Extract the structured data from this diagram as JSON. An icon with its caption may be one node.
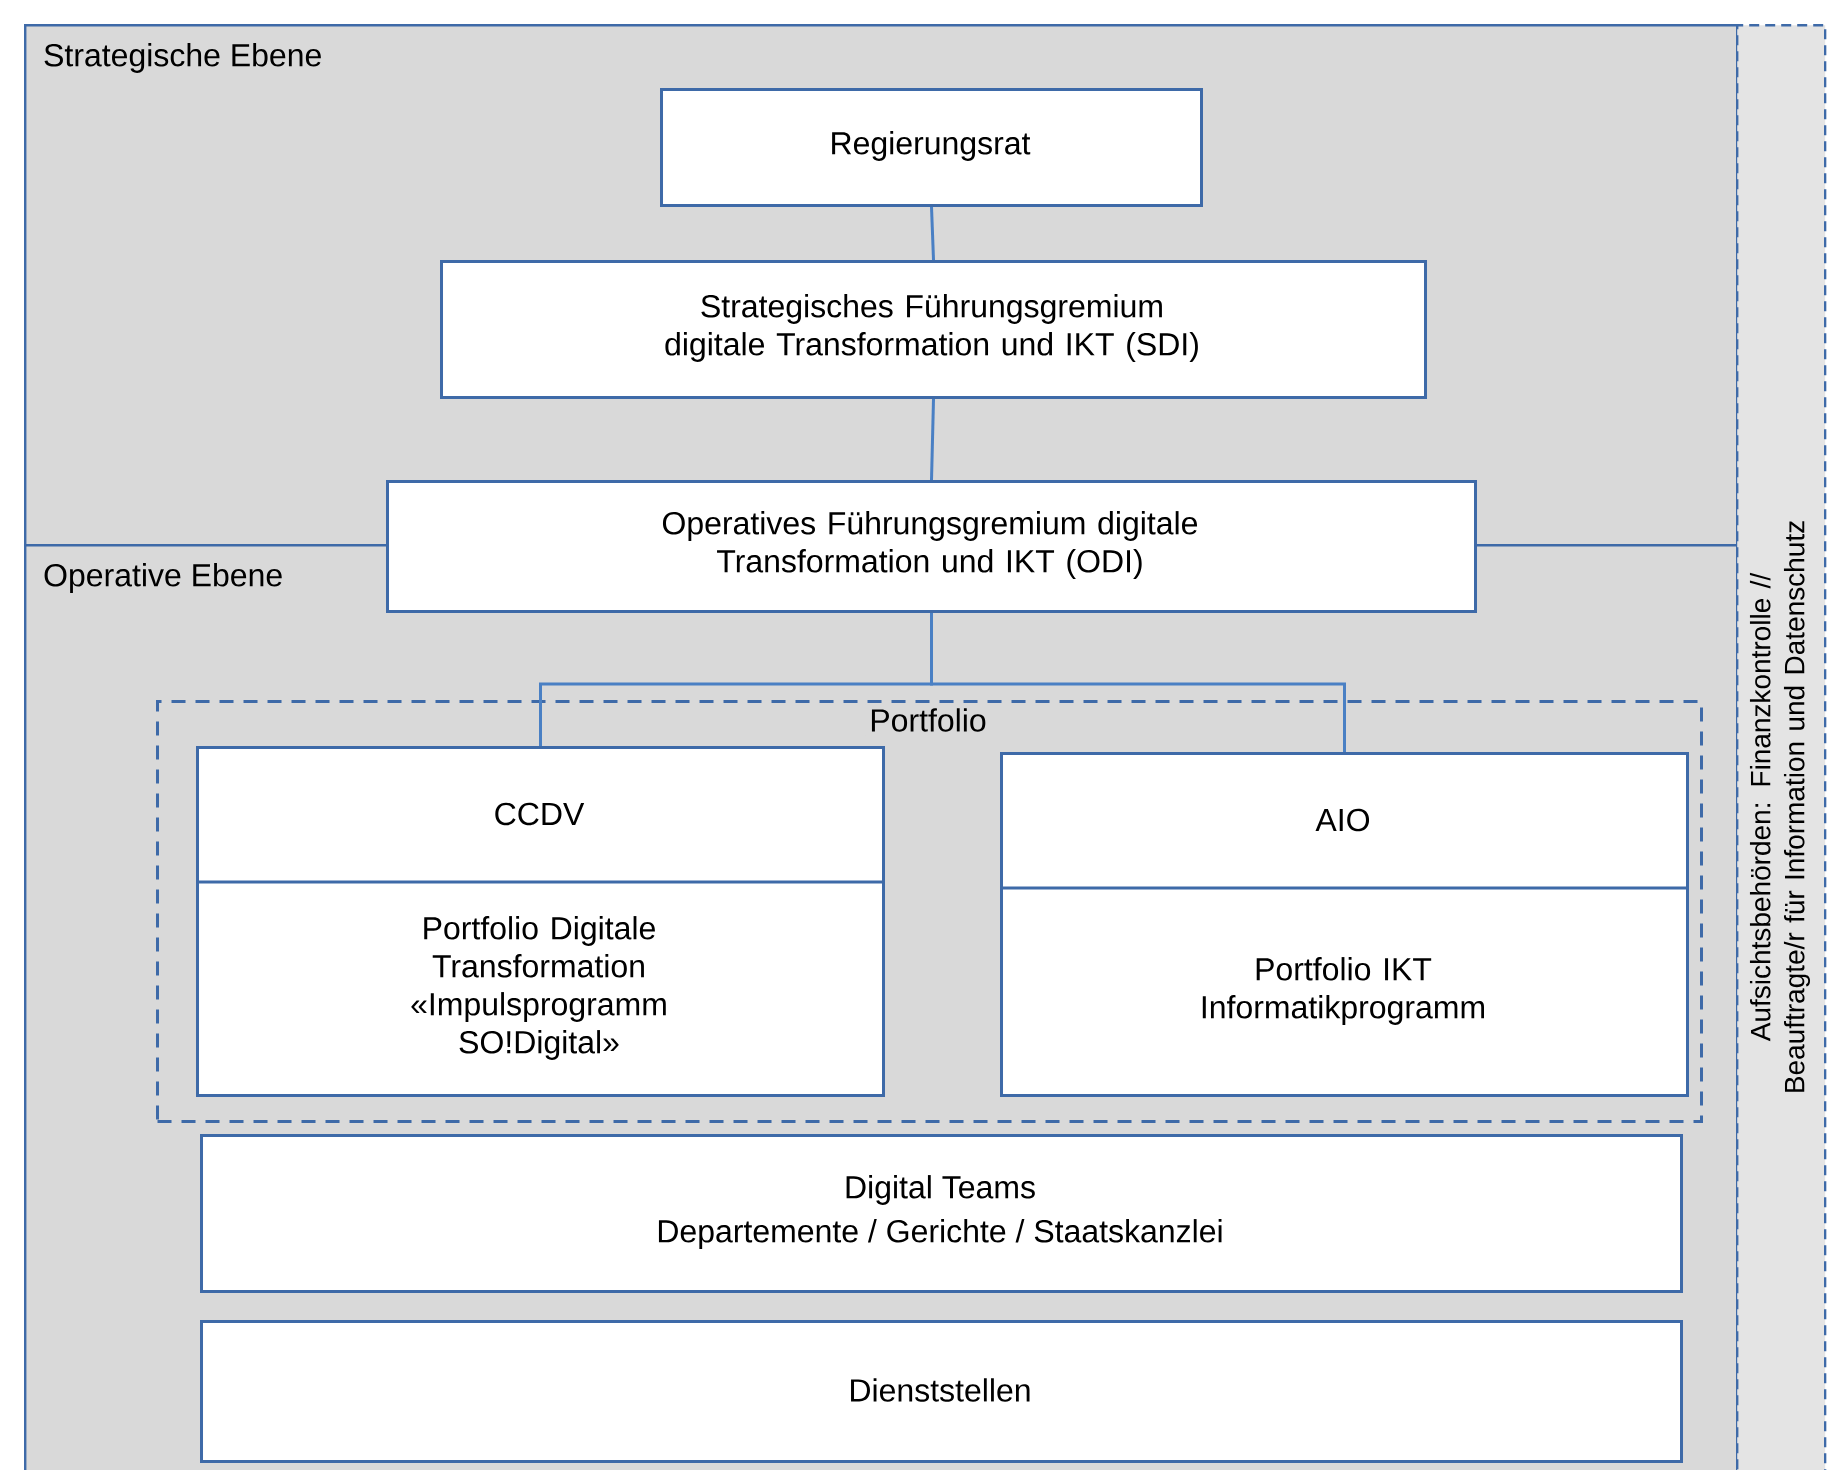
{
  "diagram": {
    "nodes": [
      {
        "text": [
          "Strategische Ebene"
        ]
      },
      {
        "text": [
          "Operative Ebene"
        ]
      },
      {
        "text": [
          "Regierungsrat"
        ],
        "in": 0
      },
      {
        "text": [
          "Strategisches Führungsgremium digitale Transformation und IKT (SDI)"
        ],
        "in": 0
      },
      {
        "text": [
          "Operatives Führungsgremium digitale Transformation und IKT (ODI)"
        ]
      },
      {
        "text": [
          "Portfolio"
        ],
        "in": 1
      },
      {
        "text": [
          "CCDV",
          "Portfolio Digitale Transformation «Impulsprogramm SO!Digital»"
        ],
        "in": 5
      },
      {
        "text": [
          "AIO",
          "Portfolio IKT Informatikprogramm"
        ],
        "in": 5
      },
      {
        "text": [
          "Digital Teams",
          "Departemente / Gerichte / Staatskanzlei"
        ],
        "in": 1
      },
      {
        "text": [
          "Dienststellen"
        ],
        "in": 1
      },
      {
        "text": [
          "Aufsichtsbehörden: Finanzkontrolle // Beauftragte/r für Information und Datenschutz"
        ]
      }
    ],
    "edges": [
      {
        "from": 2,
        "to": 3,
        "arrow": "none"
      },
      {
        "from": 3,
        "to": 4,
        "arrow": "none"
      },
      {
        "from": 4,
        "to": 6,
        "arrow": "none"
      },
      {
        "from": 4,
        "to": 7,
        "arrow": "none"
      }
    ]
  }
}
